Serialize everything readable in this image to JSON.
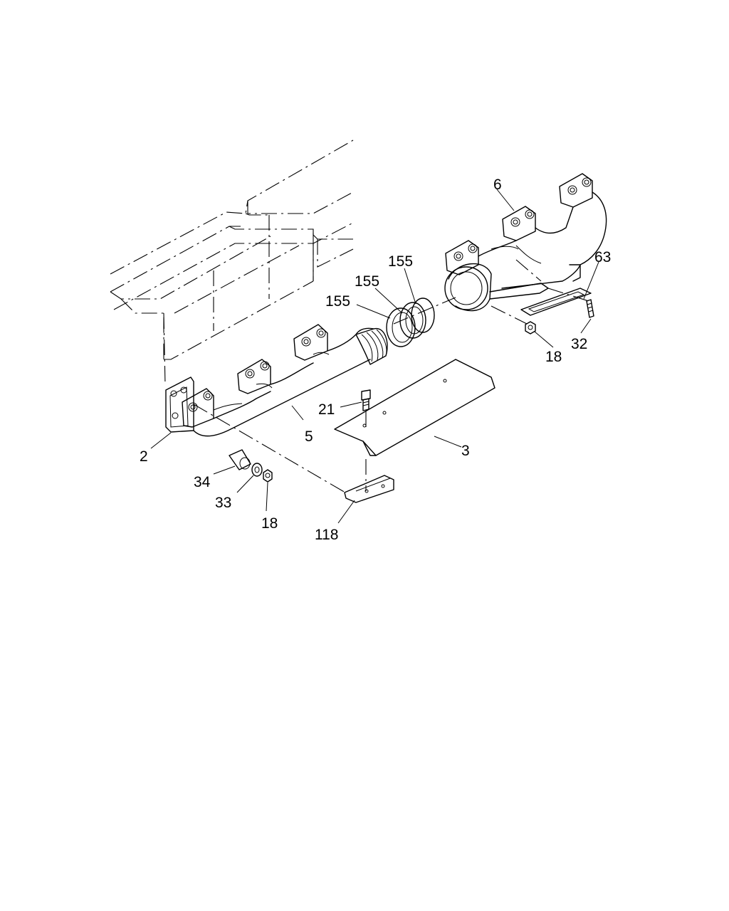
{
  "callouts": [
    {
      "id": "c6",
      "text": "6"
    },
    {
      "id": "c63",
      "text": "63"
    },
    {
      "id": "c155a",
      "text": "155"
    },
    {
      "id": "c155b",
      "text": "155"
    },
    {
      "id": "c155c",
      "text": "155"
    },
    {
      "id": "c18a",
      "text": "18"
    },
    {
      "id": "c32",
      "text": "32"
    },
    {
      "id": "c21",
      "text": "21"
    },
    {
      "id": "c5",
      "text": "5"
    },
    {
      "id": "c3",
      "text": "3"
    },
    {
      "id": "c2",
      "text": "2"
    },
    {
      "id": "c34",
      "text": "34"
    },
    {
      "id": "c33",
      "text": "33"
    },
    {
      "id": "c18b",
      "text": "18"
    },
    {
      "id": "c118",
      "text": "118"
    }
  ]
}
